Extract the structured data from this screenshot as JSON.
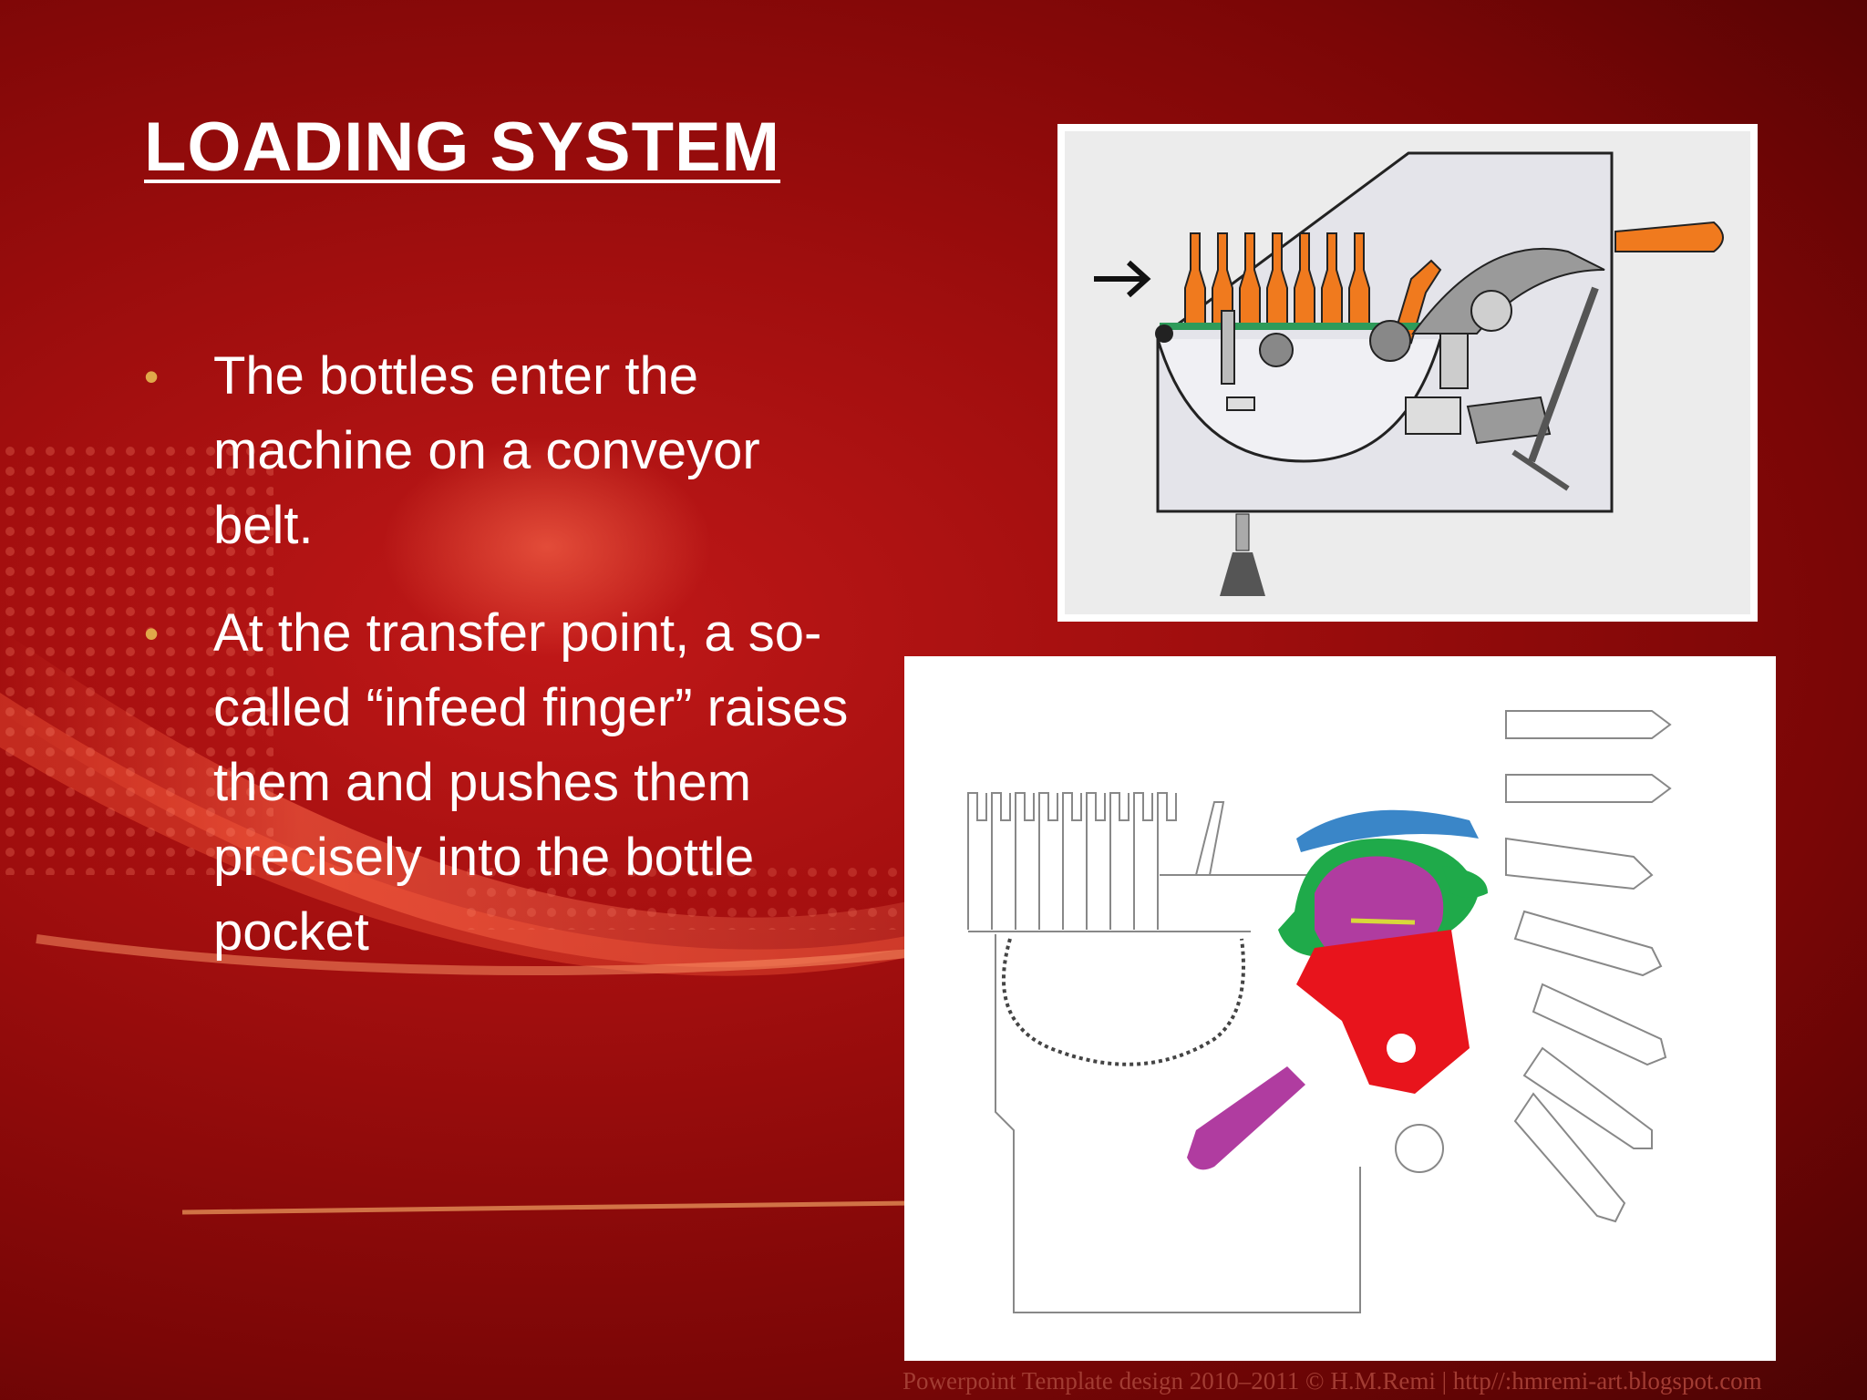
{
  "slide": {
    "title": "LOADING SYSTEM",
    "bullets": [
      {
        "text": "The bottles enter the machine on a conveyor belt."
      },
      {
        "text": " At the transfer point, a so-called “infeed finger” raises them and pushes them precisely into the bottle pocket"
      }
    ],
    "bullet_symbol": "•",
    "footer": "Powerpoint Template design 2010–2011 © H.M.Remi | http//:hmremi-art.blogspot.com"
  },
  "colors": {
    "background": "#a00e0e",
    "bullet": "#e0a84a",
    "bottle_orange": "#f07a1e",
    "conveyor_green": "#2e9b5a",
    "diagram_magenta": "#b03ca0",
    "diagram_green": "#1faa4a",
    "diagram_red": "#e8141c",
    "diagram_blue": "#3a86c8"
  }
}
